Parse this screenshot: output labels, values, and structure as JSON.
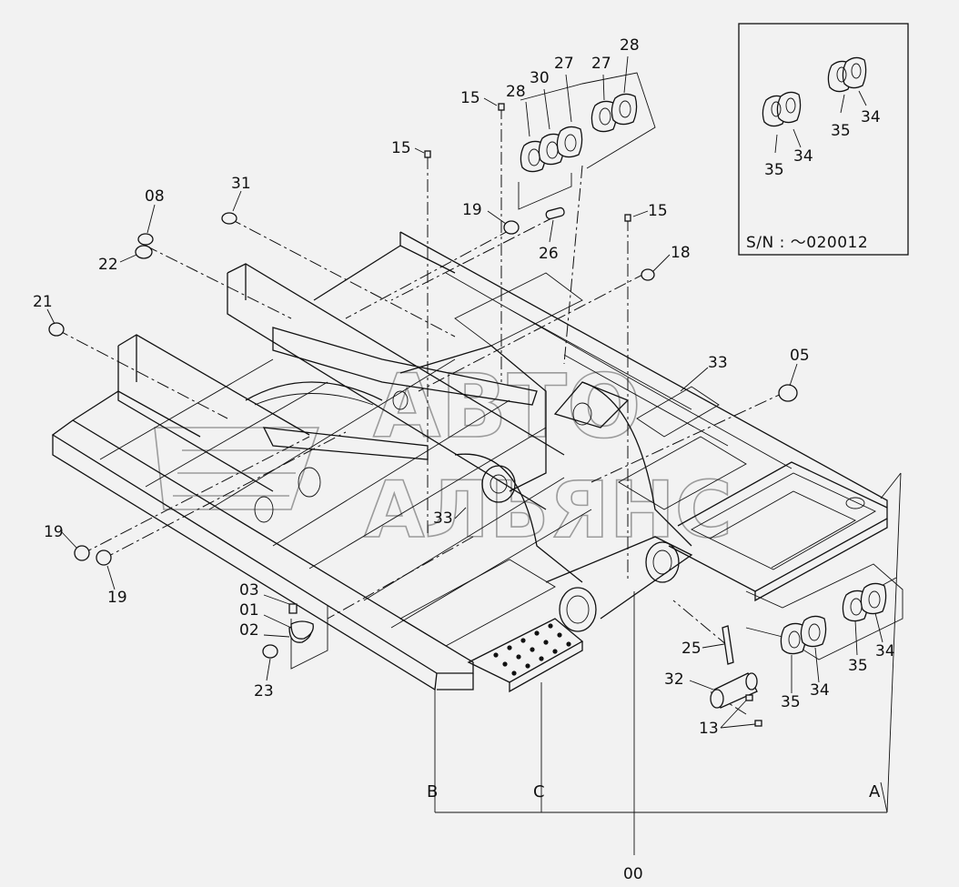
{
  "inset": {
    "serial": "S/N :  ～020012"
  },
  "watermark": {
    "line1": "АВТО",
    "line2": "АЛЬЯНС"
  },
  "labels": {
    "p00": "00",
    "p01": "01",
    "p02": "02",
    "p03": "03",
    "p05": "05",
    "p08": "08",
    "p13": "13",
    "p15a": "15",
    "p15b": "15",
    "p15c": "15",
    "p18": "18",
    "p19a": "19",
    "p19b": "19",
    "p19c": "19",
    "p21": "21",
    "p22": "22",
    "p23": "23",
    "p25": "25",
    "p26": "26",
    "p27a": "27",
    "p27b": "27",
    "p28a": "28",
    "p28b": "28",
    "p30": "30",
    "p31": "31",
    "p32": "32",
    "p33a": "33",
    "p33b": "33",
    "p34a": "34",
    "p34b": "34",
    "p34c": "34",
    "p34d": "34",
    "p35a": "35",
    "p35b": "35",
    "p35c": "35",
    "p35d": "35",
    "refA": "A",
    "refB": "B",
    "refC": "C"
  }
}
